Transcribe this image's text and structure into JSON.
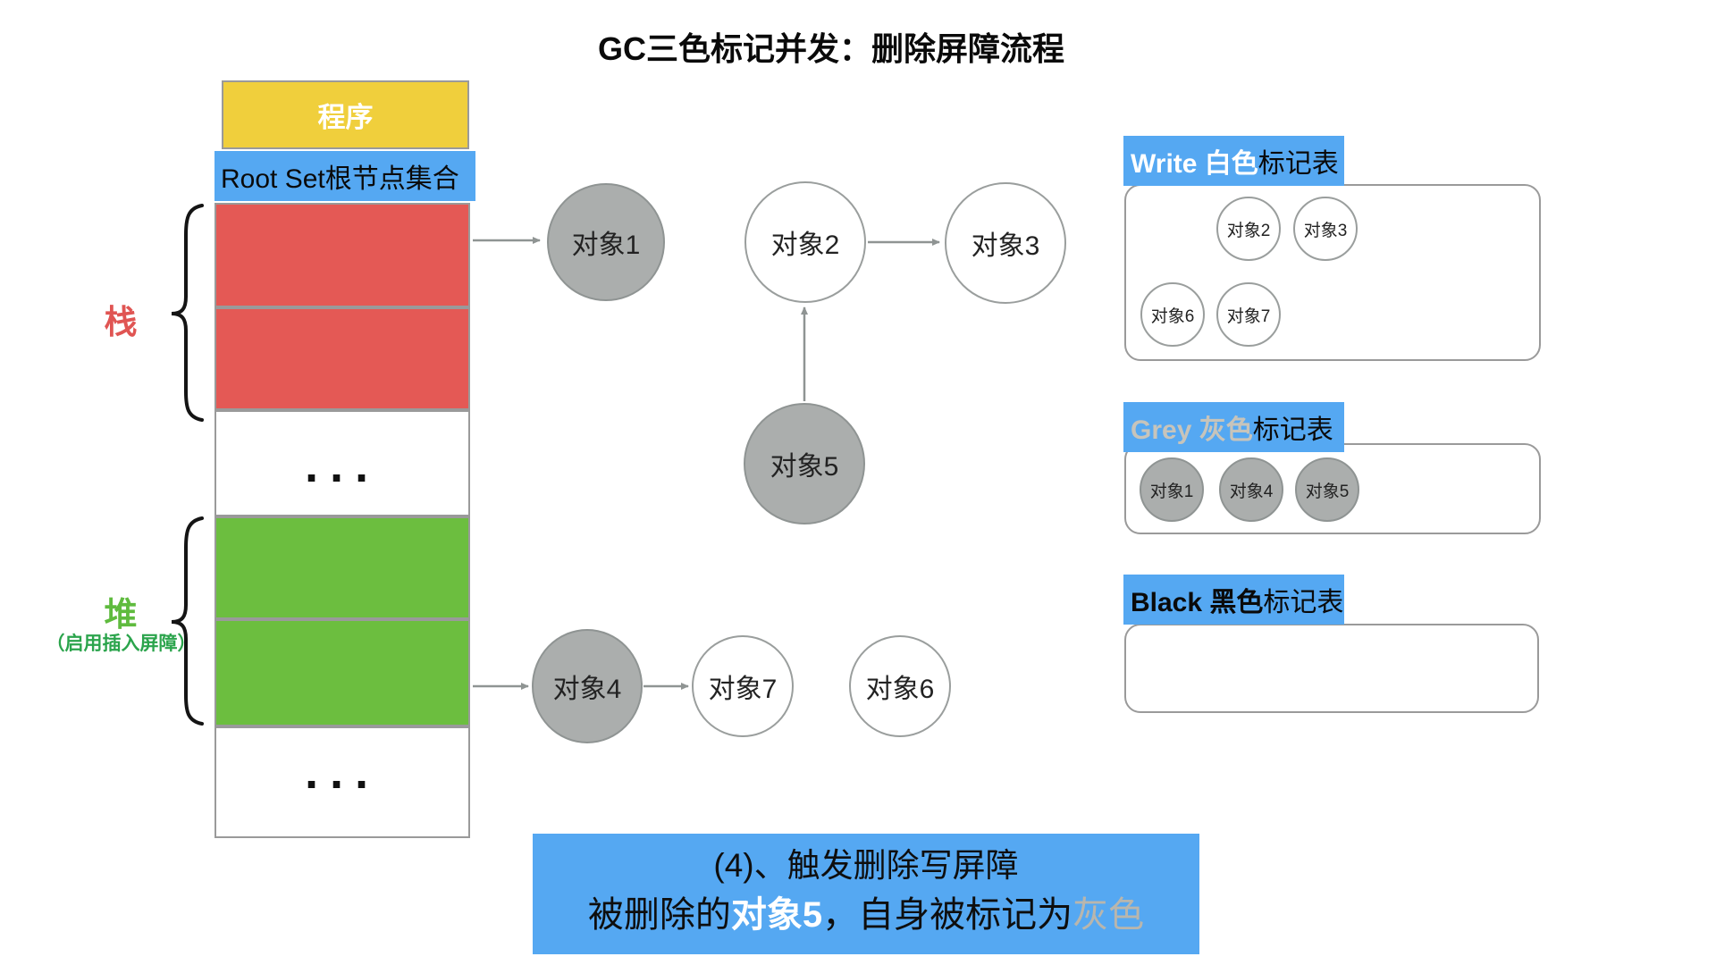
{
  "title": "GC三色标记并发：删除屏障流程",
  "memory_column": {
    "program_label": "程序",
    "root_set_label": "Root Set根节点集合",
    "stack_brace_label": "栈",
    "heap_brace_label": "堆",
    "heap_note": "（启用插入屏障）",
    "ellipsis": "···"
  },
  "graph": {
    "objects": {
      "o1": "对象1",
      "o2": "对象2",
      "o3": "对象3",
      "o4": "对象4",
      "o5": "对象5",
      "o6": "对象6",
      "o7": "对象7"
    }
  },
  "tables": {
    "white": {
      "title_highlight": "Write 白色",
      "title_rest": "标记表",
      "items": [
        "对象2",
        "对象3",
        "对象6",
        "对象7"
      ]
    },
    "grey": {
      "title_highlight": "Grey 灰色",
      "title_rest": "标记表",
      "items": [
        "对象1",
        "对象4",
        "对象5"
      ]
    },
    "black": {
      "title_highlight": "Black 黑色",
      "title_rest": "标记表",
      "items": []
    }
  },
  "caption": {
    "line1": "(4)、触发删除写屏障",
    "line2": {
      "p1": "被删除的",
      "p2": "对象5",
      "p3": "，自身被标记为",
      "p4": "灰色"
    }
  },
  "colors": {
    "accent_blue": "#55A8F2",
    "stack_red": "#E45955",
    "heap_green": "#6CBE3F",
    "program_yellow": "#F0CF3C",
    "object_gray": "#ABAEAD",
    "grey_header_text": "#C7C4BB",
    "caption_grey_text": "#B9B6AD"
  }
}
